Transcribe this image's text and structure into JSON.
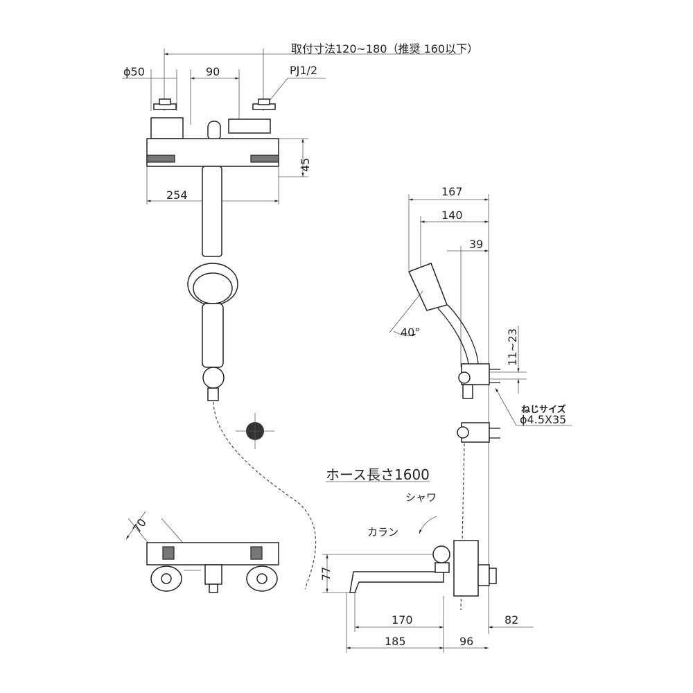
{
  "title": "取付寸法120~180（推奨 160以下）",
  "dimensions": {
    "pipe_diameter": "ϕ50",
    "center_90": "90",
    "thread": "PJ1/2",
    "height_45": "45",
    "width_254": "254",
    "reach_167": "167",
    "reach_140": "140",
    "offset_39": "39",
    "angle": "40°",
    "bracket_range": "11~23",
    "screw_label": "ねじサイズ",
    "screw_size": "ϕ4.5X35",
    "hose_length": "ホース長さ1600",
    "shower_label": "シャワ",
    "karan_label": "カラン",
    "depth_70": "70",
    "height_77": "77",
    "spout_170": "170",
    "spout_185": "185",
    "wall_82": "82",
    "wall_96": "96"
  }
}
